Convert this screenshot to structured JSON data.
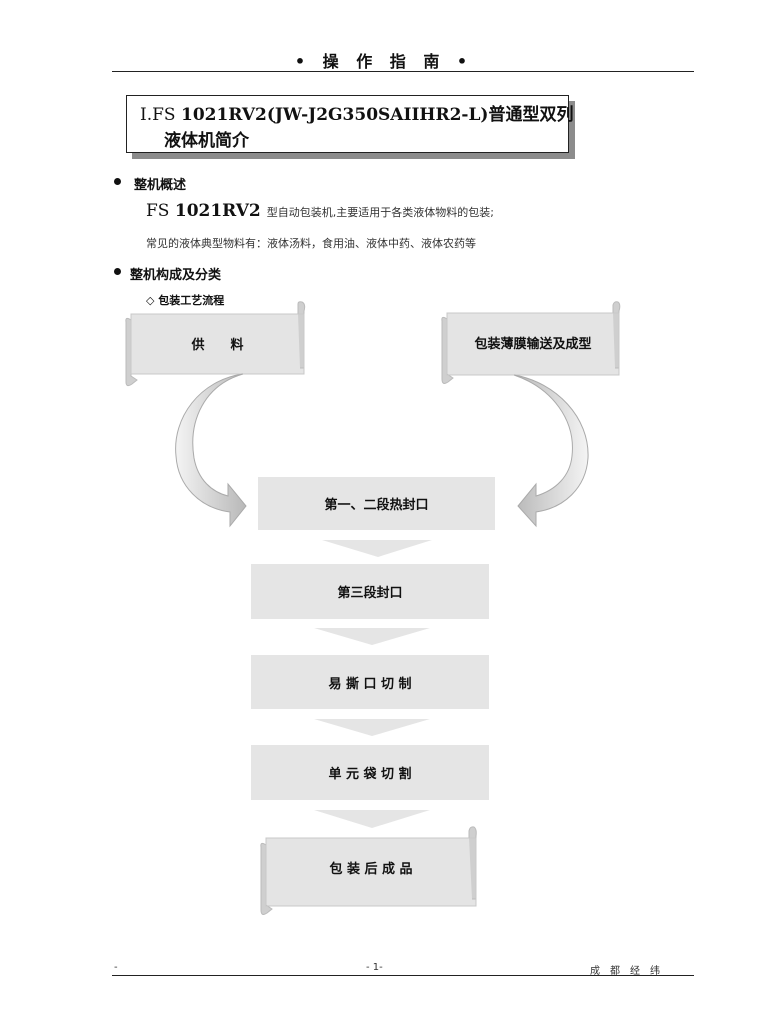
{
  "header": {
    "title": "• 操 作 指 南 •"
  },
  "section": {
    "number": "Ⅰ.",
    "model_prefix": "FS ",
    "model_bold": "1021RV2(JW-J2G350SAIIHR2-L)",
    "title_rest": "普通型双列",
    "title_line2": "液体机简介"
  },
  "overview": {
    "heading": "整机概述",
    "model_prefix": "FS ",
    "model": "1021RV2",
    "description": "型自动包装机,主要适用于各类液体物料的包装;",
    "materials": "常见的液体典型物料有：液体汤料，食用油、液体中药、液体农药等"
  },
  "composition": {
    "heading": "整机构成及分类",
    "subheading": "◇ 包装工艺流程"
  },
  "flow": {
    "input_left": "供　　料",
    "input_right": "包装薄膜输送及成型",
    "steps": [
      "第一、二段热封口",
      "第三段封口",
      "易 撕 口 切 制",
      "单 元 袋 切 割"
    ],
    "output": "包 装 后 成 品"
  },
  "footer": {
    "left": "-",
    "page": "- 1-",
    "right": "成　都　经　纬"
  }
}
